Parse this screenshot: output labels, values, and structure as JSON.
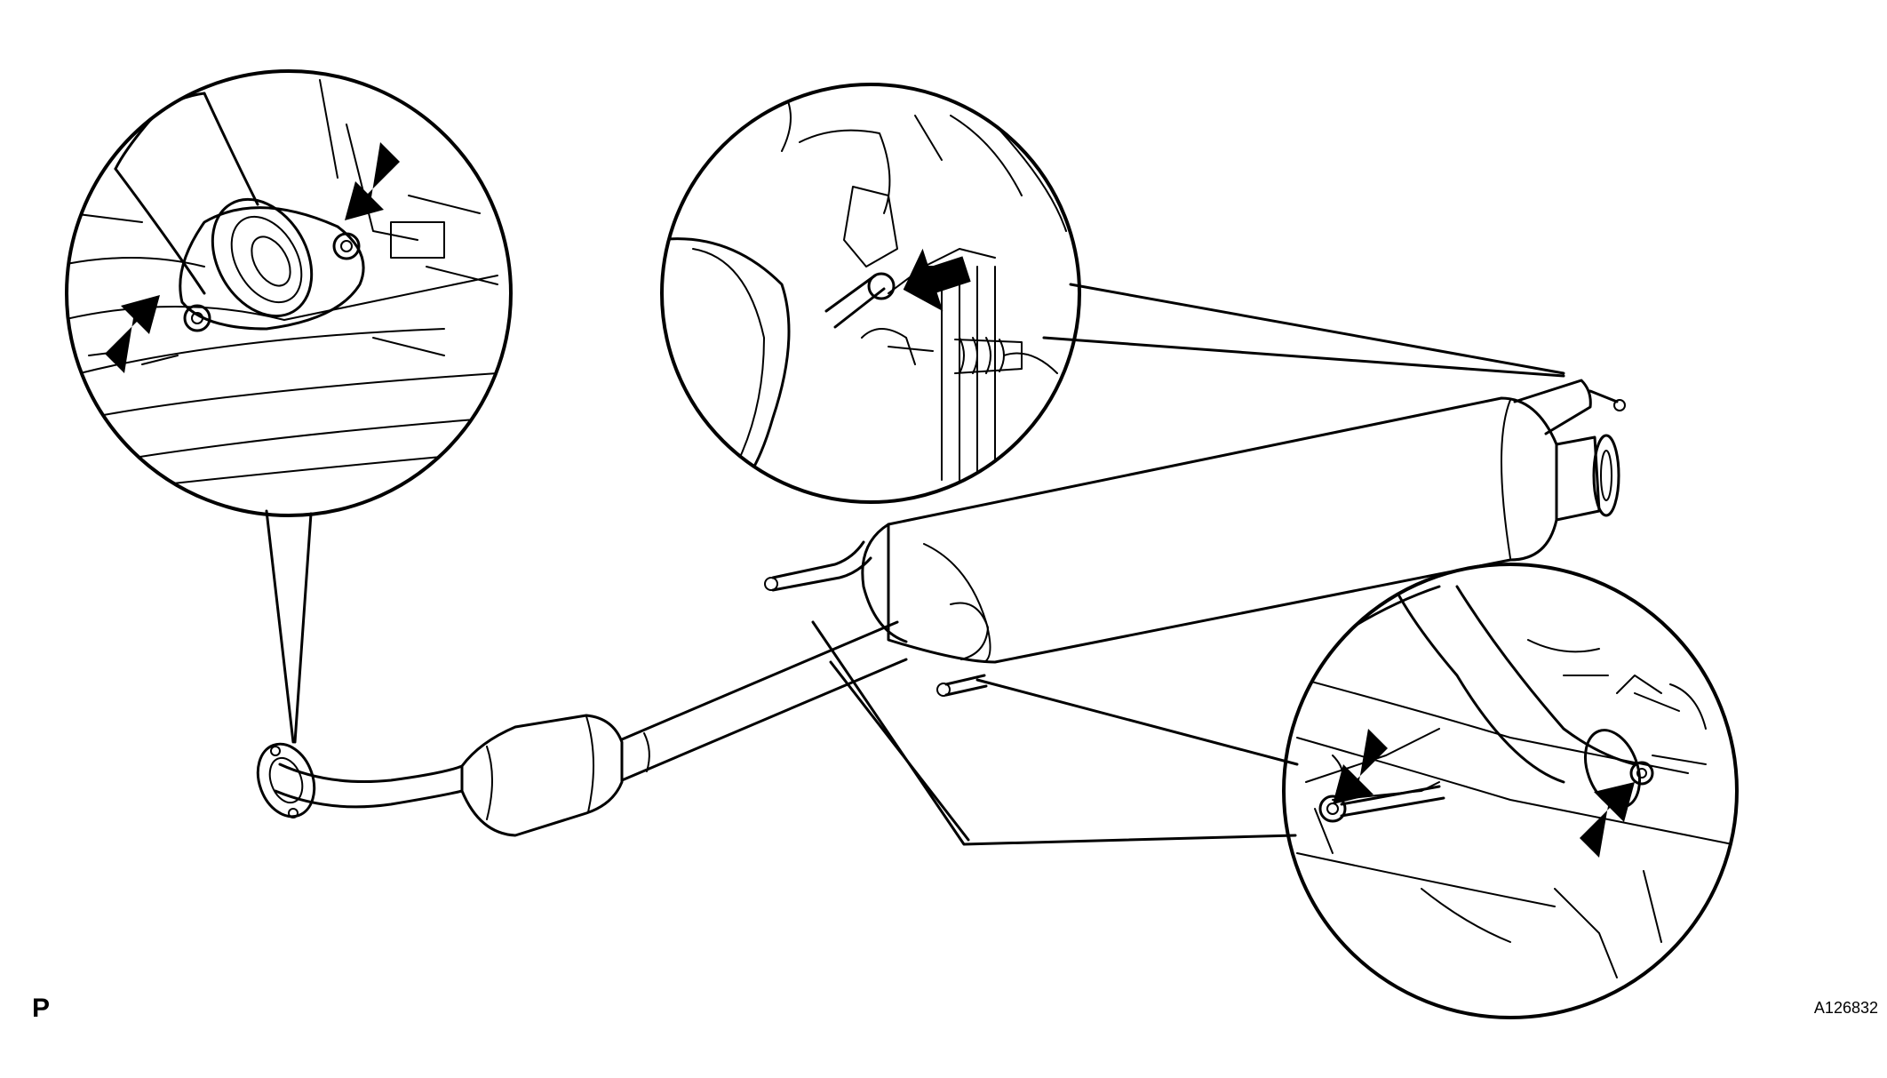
{
  "diagram": {
    "view_label": "P",
    "figure_id": "A126832",
    "line_color": "#000000",
    "background_color": "#ffffff",
    "components": [
      {
        "name": "front-exhaust-pipe",
        "icon": "pipe-with-catalytic-converter"
      },
      {
        "name": "tailpipe-muffler",
        "icon": "muffler-with-hangers"
      }
    ],
    "callouts": [
      {
        "name": "front-flange-nuts",
        "arrow_count": 2
      },
      {
        "name": "rear-hanger",
        "arrow_count": 1
      },
      {
        "name": "center-joint-bolts",
        "arrow_count": 2
      }
    ]
  }
}
